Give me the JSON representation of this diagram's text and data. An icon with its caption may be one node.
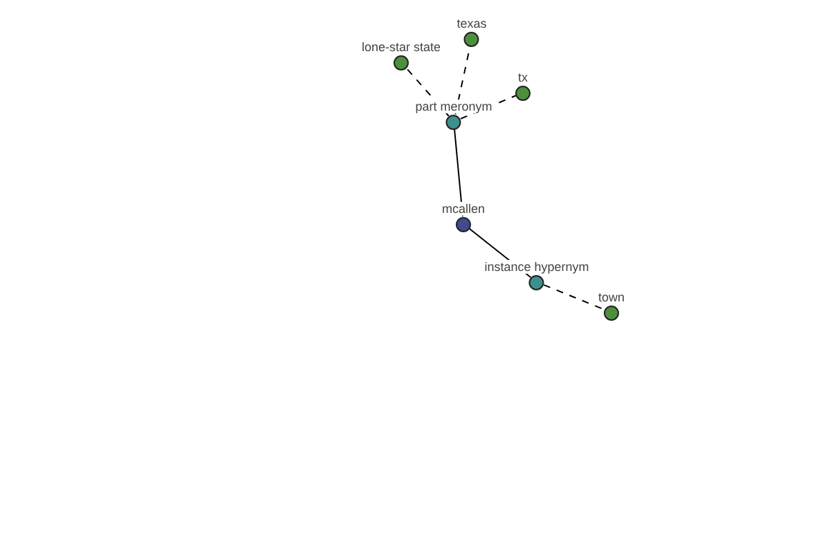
{
  "diagram": {
    "nodes": [
      {
        "text": [
          "texas"
        ]
      },
      {
        "text": [
          "lone-star state"
        ]
      },
      {
        "text": [
          "tx"
        ]
      },
      {
        "text": [
          "part meronym"
        ]
      },
      {
        "text": [
          "mcallen"
        ]
      },
      {
        "text": [
          "instance hypernym"
        ]
      },
      {
        "text": [
          "town"
        ]
      }
    ],
    "edges": [
      {
        "from": 3,
        "to": 1,
        "arrow": "none",
        "style": "dashed"
      },
      {
        "from": 3,
        "to": 0,
        "arrow": "none",
        "style": "dashed"
      },
      {
        "from": 3,
        "to": 2,
        "arrow": "none",
        "style": "dashed"
      },
      {
        "from": 3,
        "to": 4,
        "arrow": "none"
      },
      {
        "from": 4,
        "to": 5,
        "arrow": "none"
      },
      {
        "from": 5,
        "to": 6,
        "arrow": "none",
        "style": "dashed"
      }
    ]
  }
}
